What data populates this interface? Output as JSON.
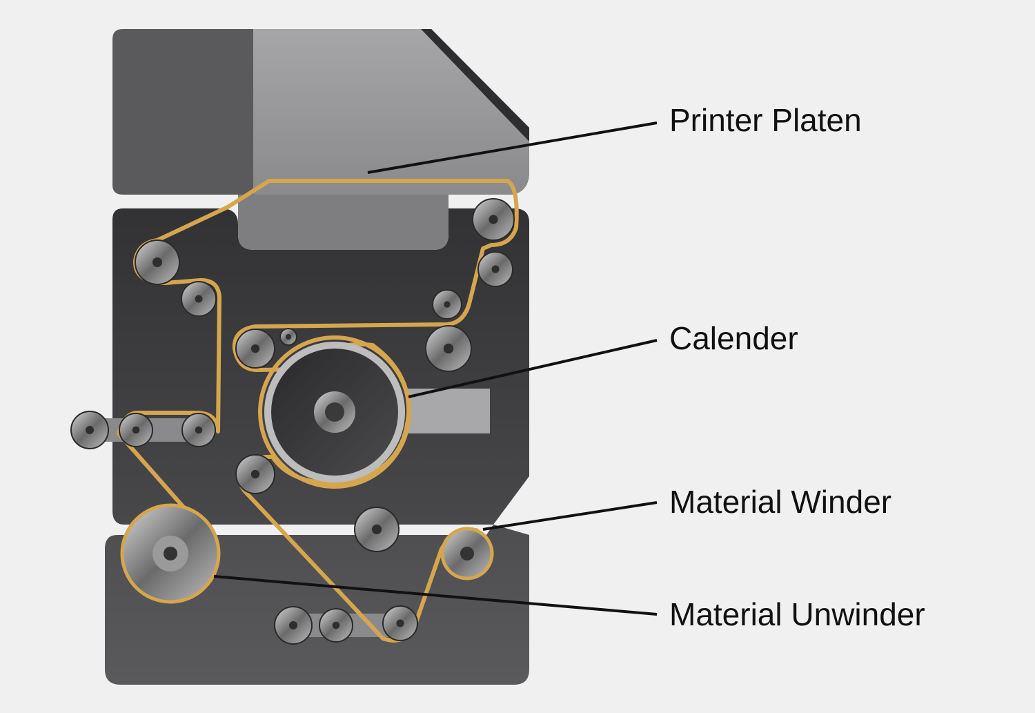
{
  "labels": {
    "printer_platen": "Printer Platen",
    "calender": "Calender",
    "material_winder": "Material Winder",
    "material_unwinder": "Material Unwinder"
  },
  "colors": {
    "background": "#f0f0f0",
    "belt": "#d6a64e",
    "body_dark": "#3c3c3e",
    "body_mid": "#5a5a5c",
    "platen_light": "#9c9c9e",
    "leader_line": "#111111"
  }
}
